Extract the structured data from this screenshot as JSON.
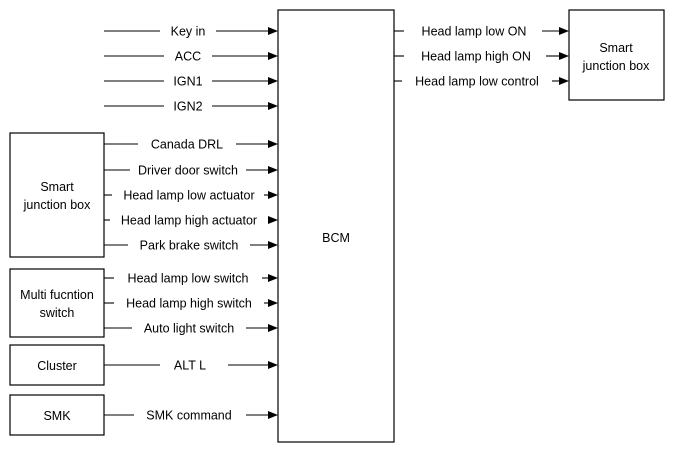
{
  "diagram": {
    "blocks": {
      "bcm": "BCM",
      "sjb_left": [
        "Smart",
        "junction box"
      ],
      "sjb_right": [
        "Smart",
        "junction box"
      ],
      "mfs": [
        "Multi fucntion",
        "switch"
      ],
      "cluster": "Cluster",
      "smk": "SMK"
    },
    "inputs": [
      {
        "id": "key-in",
        "label": "Key in"
      },
      {
        "id": "acc",
        "label": "ACC"
      },
      {
        "id": "ign1",
        "label": "IGN1"
      },
      {
        "id": "ign2",
        "label": "IGN2"
      },
      {
        "id": "canada-drl",
        "label": "Canada DRL"
      },
      {
        "id": "driver-door-switch",
        "label": "Driver door switch"
      },
      {
        "id": "head-lamp-low-actuator",
        "label": "Head lamp low actuator"
      },
      {
        "id": "head-lamp-high-actuator",
        "label": "Head lamp high actuator"
      },
      {
        "id": "park-brake-switch",
        "label": "Park brake switch"
      },
      {
        "id": "head-lamp-low-switch",
        "label": "Head lamp low switch"
      },
      {
        "id": "head-lamp-high-switch",
        "label": "Head lamp high switch"
      },
      {
        "id": "auto-light-switch",
        "label": "Auto light switch"
      },
      {
        "id": "alt-l",
        "label": "ALT L"
      },
      {
        "id": "smk-command",
        "label": "SMK command"
      }
    ],
    "outputs": [
      {
        "id": "head-lamp-low-on",
        "label": "Head lamp low ON"
      },
      {
        "id": "head-lamp-high-on",
        "label": "Head lamp high ON"
      },
      {
        "id": "head-lamp-low-control",
        "label": "Head lamp low control"
      }
    ]
  }
}
